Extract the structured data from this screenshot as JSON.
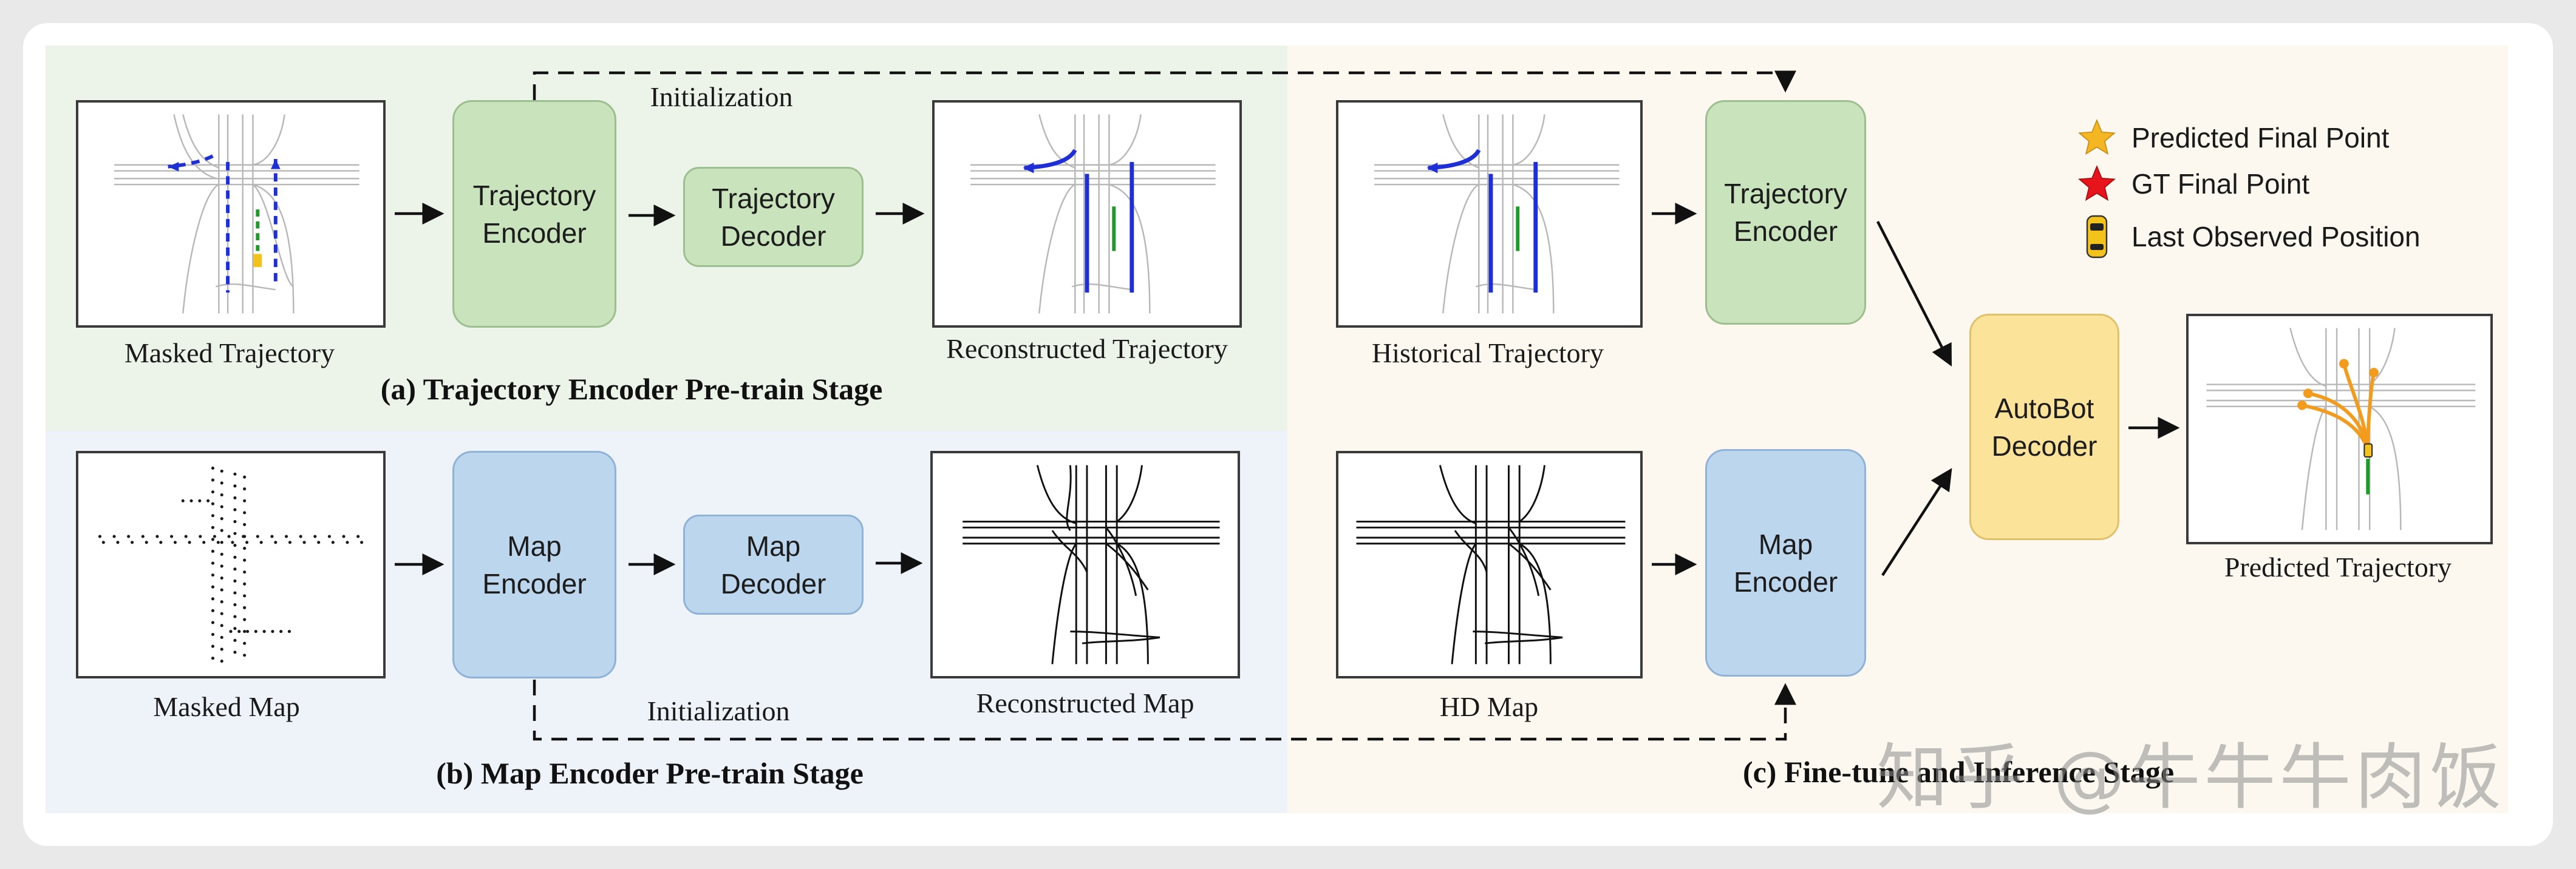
{
  "stages": {
    "a": "(a) Trajectory Encoder Pre-train  Stage",
    "b": "(b) Map Encoder Pre-train  Stage",
    "c": "(c) Fine-tune and Inference Stage"
  },
  "captions": {
    "masked_trajectory": "Masked Trajectory",
    "reconstructed_trajectory": "Reconstructed Trajectory",
    "historical_trajectory": "Historical Trajectory",
    "masked_map": "Masked Map",
    "reconstructed_map": "Reconstructed Map",
    "hd_map": "HD Map",
    "predicted_trajectory": "Predicted Trajectory"
  },
  "blocks": {
    "traj_encoder_a": [
      "Trajectory",
      "Encoder"
    ],
    "traj_decoder": [
      "Trajectory",
      "Decoder"
    ],
    "map_encoder_b": [
      "Map",
      "Encoder"
    ],
    "map_decoder": [
      "Map",
      "Decoder"
    ],
    "traj_encoder_c": [
      "Trajectory",
      "Encoder"
    ],
    "map_encoder_c": [
      "Map",
      "Encoder"
    ],
    "autobot_decoder": [
      "AutoBot",
      "Decoder"
    ]
  },
  "init_labels": {
    "top": "Initialization",
    "bottom": "Initialization"
  },
  "legend": [
    {
      "icon": "star-icon",
      "color": "#f5b623",
      "label": "Predicted Final Point"
    },
    {
      "icon": "star-icon",
      "color": "#e8141b",
      "label": "GT Final Point"
    },
    {
      "icon": "car-icon",
      "color": "#f3c21b",
      "label": "Last Observed Position"
    }
  ],
  "watermark": "知乎 @牛牛牛肉饭",
  "colors": {
    "stage_a_bg": "#ecf4e9",
    "stage_b_bg": "#eef3fa",
    "stage_c_bg": "#fcf8ef",
    "encoder_green": "#c9e3bd",
    "encoder_blue": "#bcd6ee",
    "decoder_yellow": "#fbe39a",
    "trajectory_blue": "#1f2fd6",
    "trajectory_green": "#1f9a2a",
    "prediction_orange": "#f39b1d"
  }
}
